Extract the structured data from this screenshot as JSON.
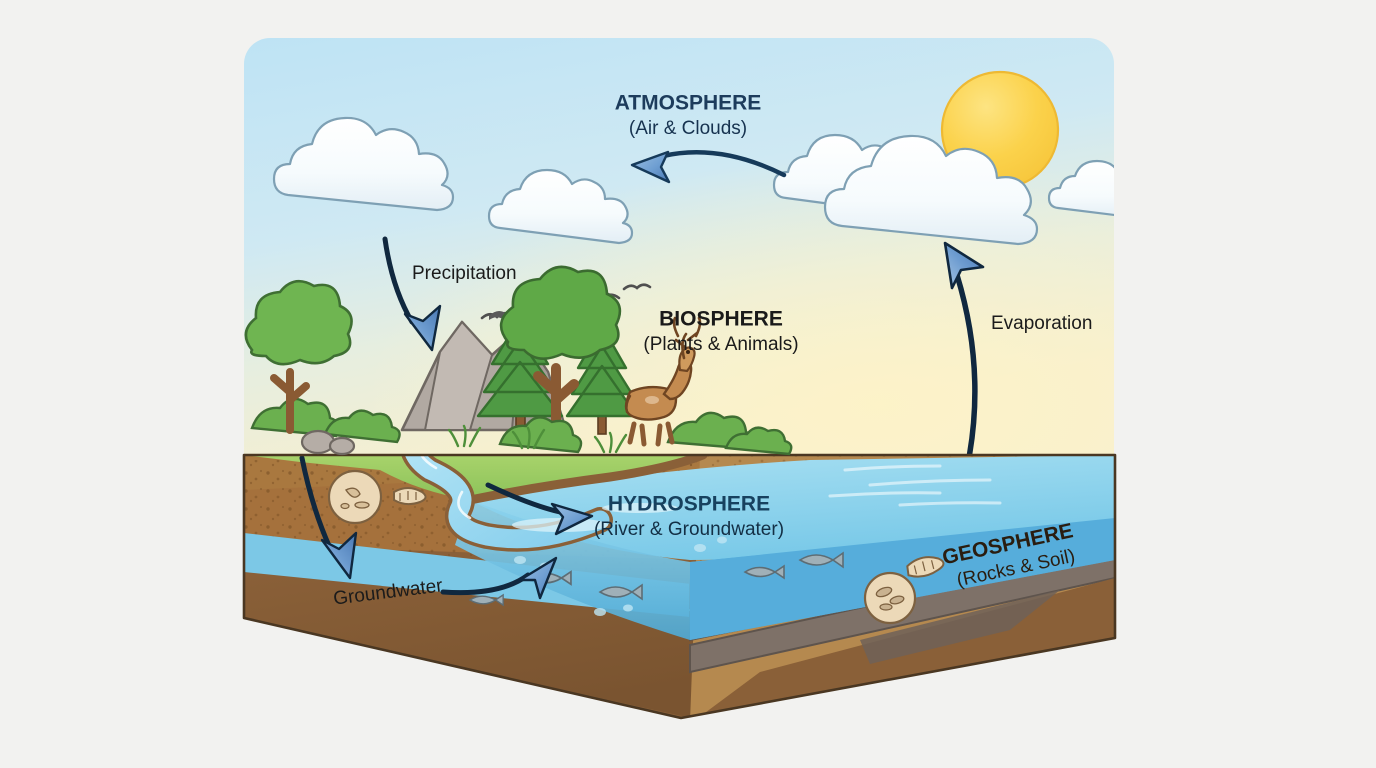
{
  "diagram": {
    "title_visible": false,
    "background_color": "#f2f2f0",
    "panel": {
      "sky_top_color": "#bee3f4",
      "sky_horizon_color": "#f5eecd",
      "corner_radius": 26
    },
    "spheres": [
      {
        "id": "atmosphere",
        "name": "ATMOSPHERE",
        "subtitle": "(Air & Clouds)",
        "color": "#1d3c5c",
        "subtitle_color": "#16324f"
      },
      {
        "id": "biosphere",
        "name": "BIOSPHERE",
        "subtitle": "(Plants & Animals)",
        "color": "#1a1a1a",
        "subtitle_color": "#1a1a1a"
      },
      {
        "id": "hydrosphere",
        "name": "HYDROSPHERE",
        "subtitle": "(River & Groundwater)",
        "color": "#17415f",
        "subtitle_color": "#132f45"
      },
      {
        "id": "geosphere",
        "name": "GEOSPHERE",
        "subtitle": "(Rocks & Soil)",
        "color": "#2a1d10",
        "subtitle_color": "#2a1d10",
        "rotation_deg": -12
      }
    ],
    "processes": [
      {
        "id": "precipitation",
        "label": "Precipitation",
        "color": "#1b1b1b",
        "direction": "cloud-to-ground"
      },
      {
        "id": "evaporation",
        "label": "Evaporation",
        "color": "#1b1b1b",
        "direction": "ocean-to-cloud"
      },
      {
        "id": "groundwater",
        "label": "Groundwater",
        "color": "#14384f",
        "direction": "infiltration",
        "rotation_deg": -7
      },
      {
        "id": "atmospheric-transport",
        "label": "",
        "color": "#1f4b75",
        "direction": "right-to-left"
      },
      {
        "id": "runoff",
        "label": "",
        "color": "#2c5c94",
        "direction": "river-to-ocean"
      },
      {
        "id": "discharge",
        "label": "",
        "color": "#2c5c94",
        "direction": "aquifer-to-ocean"
      }
    ],
    "scene_elements": {
      "sun": {
        "name": "sun",
        "color": "#f9d347",
        "edge_color": "#f1b840"
      },
      "clouds": {
        "count": 6,
        "fill": "#fdffff",
        "outline": "#7ea0b4"
      },
      "trees": {
        "count": 6,
        "canopy_color": "#5aa44e",
        "trunk_color": "#8a5a33"
      },
      "deer": {
        "name": "deer",
        "color": "#c08a4e"
      },
      "birds": {
        "count": 4,
        "color": "#4a4a4a"
      },
      "fish": {
        "count": 8,
        "color": "#9aa8ae"
      },
      "mountains": {
        "name": "rocky-outcrop",
        "color": "#a9a19b"
      },
      "river": {
        "color": "#8fd2ef"
      },
      "ocean": {
        "surface_color": "#8ed6ef",
        "deep_color": "#58b4dd"
      },
      "grass": {
        "color": "#9bcf63"
      }
    },
    "strata": [
      {
        "id": "topsoil",
        "label": "topsoil",
        "color": "#a9783f"
      },
      {
        "id": "subsoil-speckled",
        "label": "speckled subsoil",
        "color": "#a5713c"
      },
      {
        "id": "aquifer",
        "label": "aquifer",
        "color": "#7cc8e6"
      },
      {
        "id": "bedrock",
        "label": "bedrock",
        "color": "#8a6038"
      },
      {
        "id": "rock-strata",
        "label": "rock strata",
        "color": "#8d8079"
      }
    ],
    "fossils": [
      {
        "id": "fossil-circle-left",
        "label": "fossil inclusion"
      },
      {
        "id": "fossil-worm-left",
        "label": "fossil trace"
      },
      {
        "id": "fossil-circle-right",
        "label": "fossil inclusion"
      },
      {
        "id": "fossil-worm-right",
        "label": "fossil trace"
      }
    ]
  }
}
